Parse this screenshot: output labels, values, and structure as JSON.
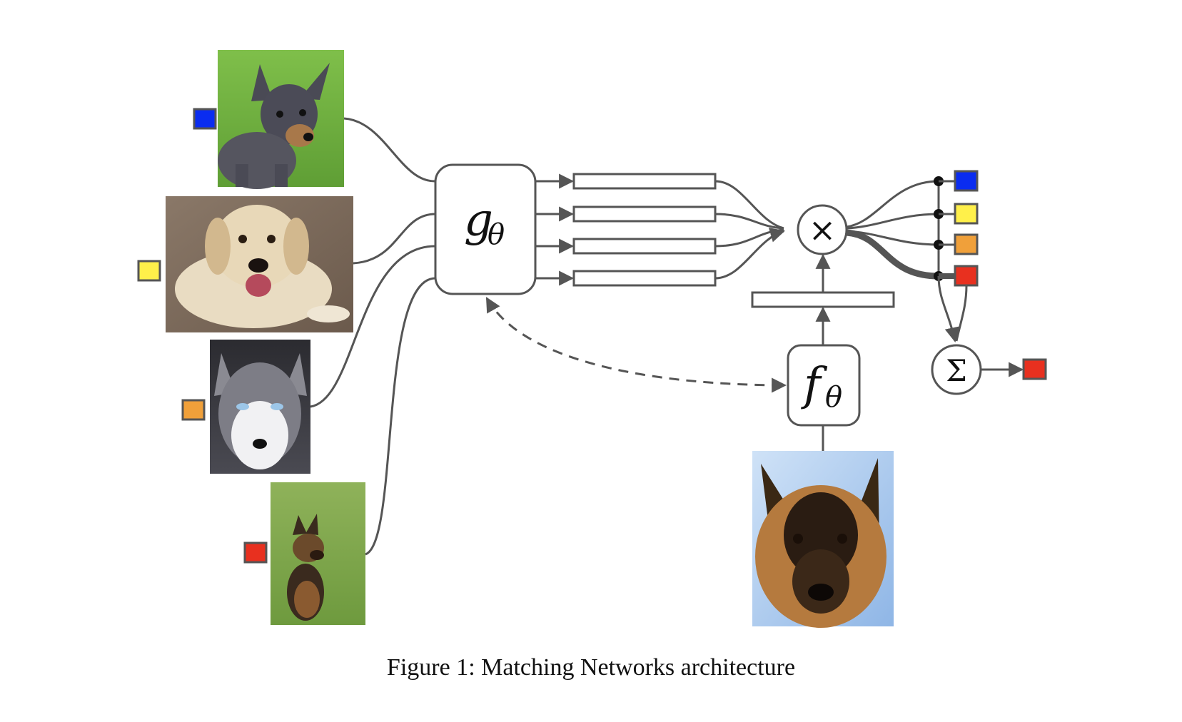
{
  "caption": "Figure 1: Matching Networks architecture",
  "nodes": {
    "g_label_main": "g",
    "g_label_sub": "θ",
    "f_label_main": "f",
    "f_label_sub": "θ",
    "multiply_symbol": "×",
    "sum_symbol": "Σ"
  },
  "colors": {
    "stroke": "#555555",
    "blue": "#0a2cf0",
    "yellow": "#fff04a",
    "orange": "#f0a03a",
    "red": "#e8301f"
  },
  "support_images": [
    {
      "name": "chihuahua-photo",
      "label_color": "blue"
    },
    {
      "name": "labrador-photo",
      "label_color": "yellow"
    },
    {
      "name": "husky-photo",
      "label_color": "orange"
    },
    {
      "name": "german-shepherd-photo",
      "label_color": "red"
    }
  ],
  "query_image": {
    "name": "german-shepherd-query-photo"
  },
  "output_labels": [
    "blue",
    "yellow",
    "orange",
    "red"
  ],
  "prediction_label": "red"
}
